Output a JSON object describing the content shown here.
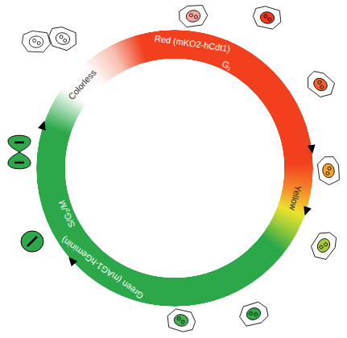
{
  "diagram": {
    "labels": [
      "Red (mKO2-hCdt1)",
      "G₁",
      "Yellow",
      "Green (mAG1-hGeminin)",
      "S/G₂/M",
      "Colorless"
    ]
  }
}
